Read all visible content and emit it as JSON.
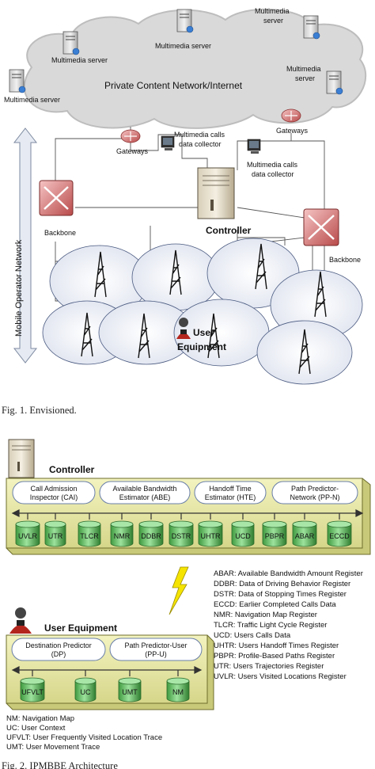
{
  "figure1": {
    "servers": [
      {
        "label": "Multimedia server"
      },
      {
        "label": "Multimedia server"
      },
      {
        "label_line1": "Multimedia",
        "label_line2": "server"
      },
      {
        "label_line1": "Multimedia",
        "label_line2": "server"
      },
      {
        "label": "Multimedia server"
      }
    ],
    "cloud_label": "Private Content Network/Internet",
    "gateways": [
      "Gateways",
      "Gateways"
    ],
    "collectors": [
      {
        "line1": "Multimedia calls",
        "line2": "data collector"
      },
      {
        "line1": "Multimedia calls",
        "line2": "data collector"
      }
    ],
    "backbone": [
      "Backbone",
      "Backbone"
    ],
    "controller": "Controller",
    "side_arrow_label": "Mobile Operator Network",
    "user_line1": "User",
    "user_line2": "Equipment",
    "caption": "Fig. 1.    Envisioned."
  },
  "figure2": {
    "controller_title": "Controller",
    "controller_modules": [
      {
        "line1": "Call Admission",
        "line2": "Inspector (CAI)"
      },
      {
        "line1": "Available Bandwidth",
        "line2": "Estimator (ABE)"
      },
      {
        "line1": "Handoff Time",
        "line2": "Estimator (HTE)"
      },
      {
        "line1": "Path Predictor-",
        "line2": "Network (PP-N)"
      }
    ],
    "controller_registers": [
      "UVLR",
      "UTR",
      "TLCR",
      "NMR",
      "DDBR",
      "DSTR",
      "UHTR",
      "UCD",
      "PBPR",
      "ABAR",
      "ECCD"
    ],
    "legend": [
      "ABAR: Available Bandwidth Amount Register",
      "DDBR: Data of Driving Behavior Register",
      "DSTR: Data of Stopping Times Register",
      "ECCD: Earlier Completed Calls Data",
      "NMR: Navigation Map Register",
      "TLCR: Traffic Light Cycle Register",
      "UCD: Users Calls Data",
      "UHTR: Users Handoff Times Register",
      "PBPR: Profile-Based Paths Register",
      "UTR: Users Trajectories Register",
      "UVLR: Users Visited Locations Register"
    ],
    "ue_title": "User Equipment",
    "ue_modules": [
      {
        "line1": "Destination Predictor",
        "line2": "(DP)"
      },
      {
        "line1": "Path Predictor-User",
        "line2": "(PP-U)"
      }
    ],
    "ue_registers": [
      "UFVLT",
      "UC",
      "UMT",
      "NM"
    ],
    "ue_legend": [
      "NM: Navigation Map",
      "UC: User Context",
      "UFVLT: User Frequently Visited Location Trace",
      "UMT: User Movement Trace"
    ],
    "caption": "Fig. 2.    IPMBBE Architecture"
  }
}
